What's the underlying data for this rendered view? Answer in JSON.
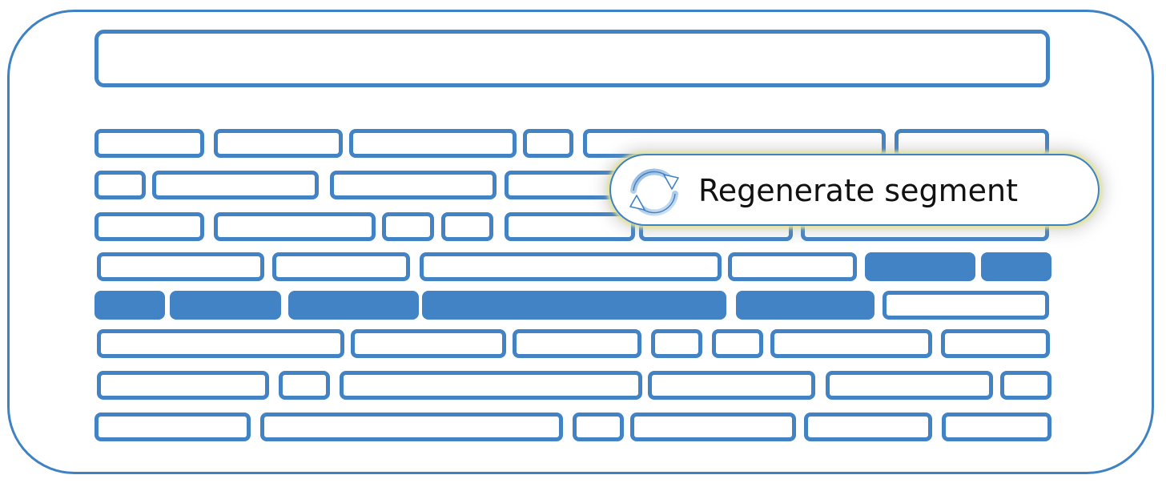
{
  "action_button": {
    "label": "Regenerate segment",
    "icon": "refresh-icon"
  },
  "colors": {
    "accent": "#4283c6",
    "outline": "#3f82c4",
    "highlight_glow": "#e4e496",
    "background": "#ffffff"
  },
  "segment_rows": [
    {
      "row": 1,
      "segments": 6,
      "selected": []
    },
    {
      "row": 2,
      "segments": 6,
      "selected": []
    },
    {
      "row": 3,
      "segments": 7,
      "selected": []
    },
    {
      "row": 4,
      "segments": 6,
      "selected": [
        5,
        6
      ]
    },
    {
      "row": 5,
      "segments": 6,
      "selected": [
        1,
        2,
        3,
        4,
        5
      ]
    },
    {
      "row": 6,
      "segments": 7,
      "selected": []
    },
    {
      "row": 7,
      "segments": 6,
      "selected": []
    },
    {
      "row": 8,
      "segments": 6,
      "selected": []
    }
  ]
}
